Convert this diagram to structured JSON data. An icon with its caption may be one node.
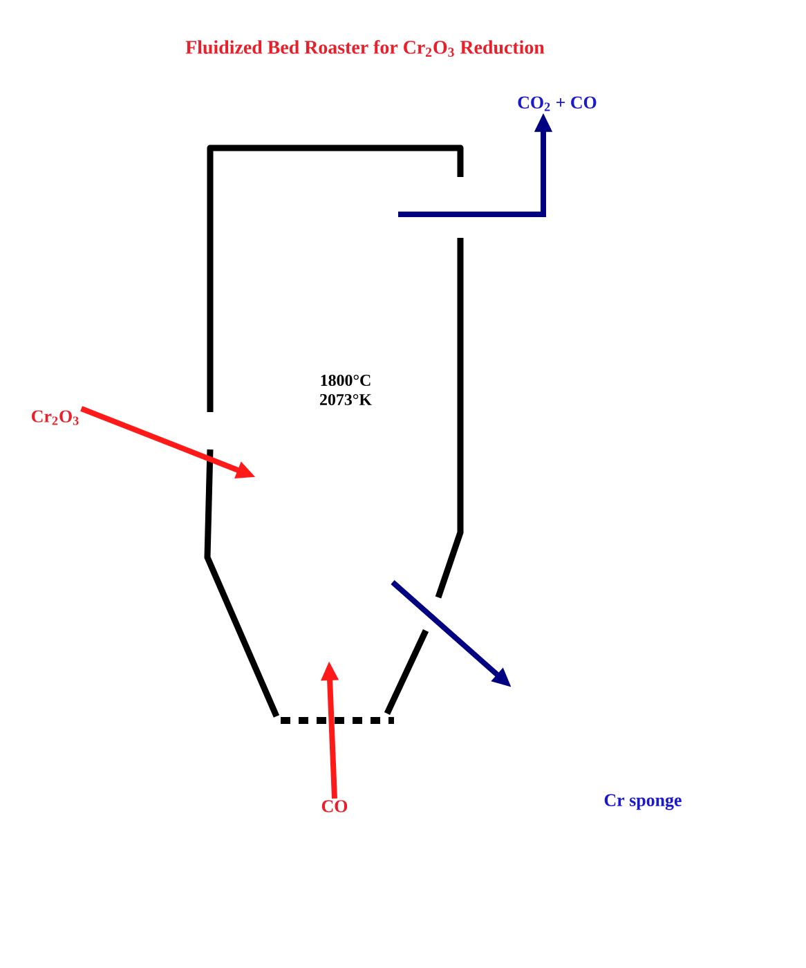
{
  "diagram": {
    "title": "Fluidized Bed Roaster for Cr$_{2}$O$_{3}$ Reduction",
    "nodes": [
      {
        "text": [
          "1800°C 2073°K"
        ]
      },
      {
        "text": [
          "Cr$_{2}$O$_{3}$"
        ]
      },
      {
        "text": [
          "CO"
        ]
      },
      {
        "text": [
          "CO$_{2}$ + CO"
        ]
      }
    ],
    "edges": [
      {
        "from": 1,
        "to": 0,
        "arrow": "to",
        "color": "#ff1a1a"
      },
      {
        "from": 2,
        "to": 0,
        "arrow": "to",
        "color": "#ff1a1a"
      },
      {
        "from": 0,
        "to": 3,
        "arrow": "to",
        "color": "#000080"
      },
      {
        "from": 0,
        "to": null,
        "arrow": "to",
        "color": "#000080"
      }
    ],
    "labels": [
      "Cr sponge"
    ]
  }
}
